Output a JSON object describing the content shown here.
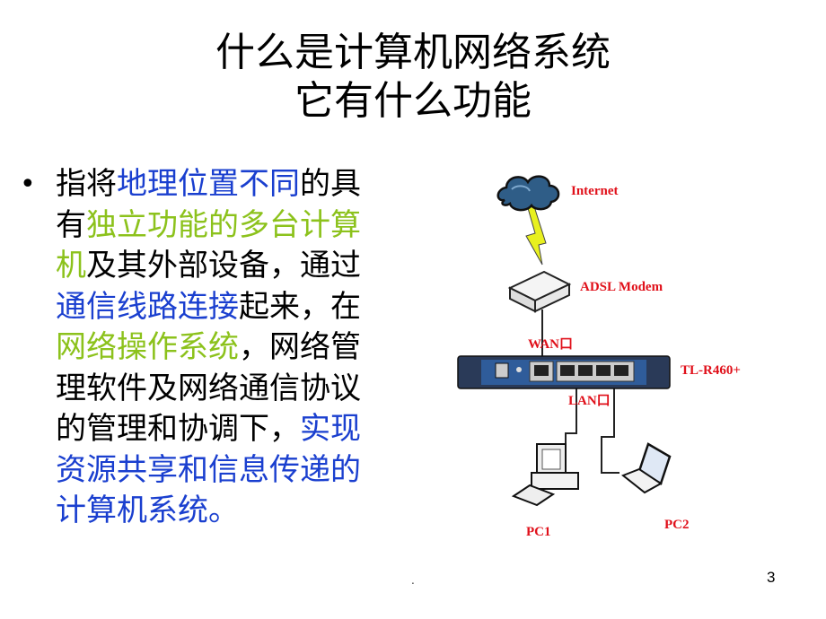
{
  "slide": {
    "title_line1": "什么是计算机网络系统",
    "title_line2": "它有什么功能",
    "bullet_symbol": "•",
    "body_lines": [
      [
        {
          "text": "指将",
          "color": "black"
        },
        {
          "text": "地理位置不同",
          "color": "blue"
        },
        {
          "text": "的具",
          "color": "black"
        }
      ],
      [
        {
          "text": "有",
          "color": "black"
        },
        {
          "text": "独立功能的多台计算",
          "color": "green"
        }
      ],
      [
        {
          "text": "机",
          "color": "green"
        },
        {
          "text": "及其外部设备，通过",
          "color": "black"
        }
      ],
      [
        {
          "text": "通信线路连接",
          "color": "blue"
        },
        {
          "text": "起来，在",
          "color": "black"
        }
      ],
      [
        {
          "text": "网络操作系统",
          "color": "green"
        },
        {
          "text": "，网络管",
          "color": "black"
        }
      ],
      [
        {
          "text": "理软件及网络通信协议",
          "color": "black"
        }
      ],
      [
        {
          "text": "的管理和协调下，",
          "color": "black"
        },
        {
          "text": "实现",
          "color": "blue"
        }
      ],
      [
        {
          "text": "资源共享和信息传递的",
          "color": "blue"
        }
      ],
      [
        {
          "text": "计算机系统。",
          "color": "blue"
        }
      ]
    ],
    "colors": {
      "blue": "#1a3fcf",
      "green": "#8cc21c",
      "label_red": "#e0101a"
    },
    "footer_dot": ".",
    "page_number": "3"
  },
  "diagram": {
    "labels": {
      "internet": "Internet",
      "modem": "ADSL Modem",
      "wan": "WAN口",
      "router": "TL-R460+",
      "lan": "LAN口",
      "pc1": "PC1",
      "pc2": "PC2"
    }
  }
}
